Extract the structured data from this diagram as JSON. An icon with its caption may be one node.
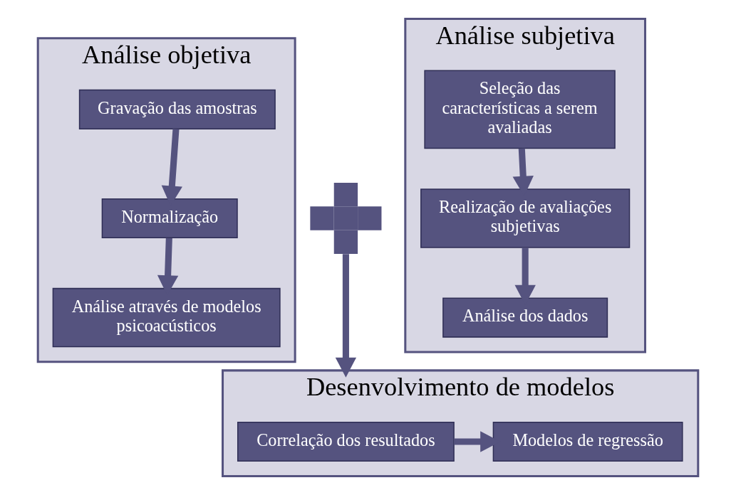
{
  "diagram": {
    "nodes": [
      {
        "text": [
          "Análise objetiva"
        ]
      },
      {
        "text": [
          "Gravação das amostras"
        ],
        "in": 0
      },
      {
        "text": [
          "Normalização"
        ],
        "in": 0
      },
      {
        "text": [
          "Análise através de modelos psicoacústicos"
        ],
        "in": 0
      },
      {
        "text": [
          "Análise subjetiva"
        ]
      },
      {
        "text": [
          "Seleção das características a serem avaliadas"
        ],
        "in": 4
      },
      {
        "text": [
          "Realização de avaliações subjetivas"
        ],
        "in": 4
      },
      {
        "text": [
          "Análise dos dados"
        ],
        "in": 4
      },
      {
        "text": [],
        "shape": "plus"
      },
      {
        "text": [
          "Desenvolvimento de modelos"
        ]
      },
      {
        "text": [
          "Correlação dos resultados"
        ],
        "in": 9
      },
      {
        "text": [
          "Modelos de regressão"
        ],
        "in": 9
      }
    ],
    "edges": [
      {
        "from": 1,
        "to": 2,
        "arrow": "to"
      },
      {
        "from": 2,
        "to": 3,
        "arrow": "to"
      },
      {
        "from": 5,
        "to": 6,
        "arrow": "to"
      },
      {
        "from": 6,
        "to": 7,
        "arrow": "to"
      },
      {
        "from": 8,
        "to": 9,
        "arrow": "to"
      },
      {
        "from": 10,
        "to": 11,
        "arrow": "to"
      }
    ]
  }
}
